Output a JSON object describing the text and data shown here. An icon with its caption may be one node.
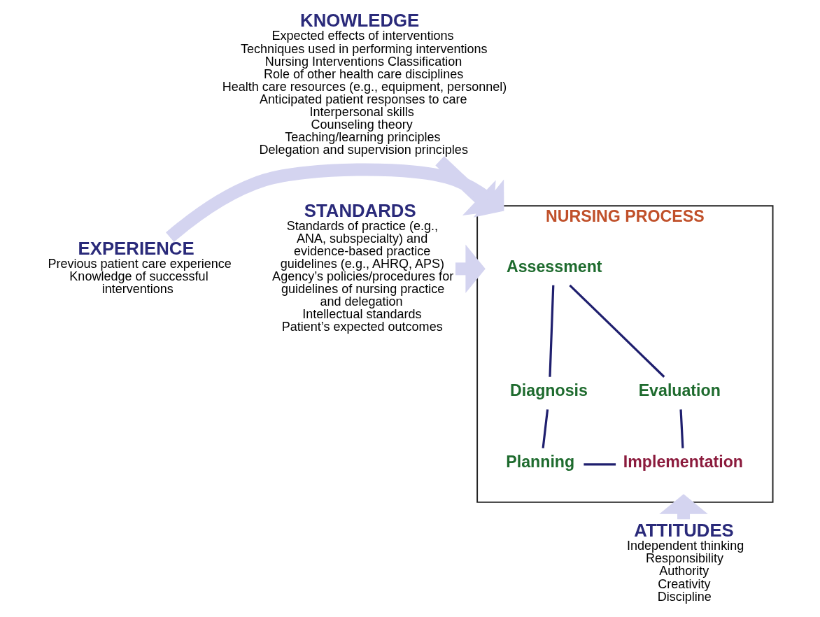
{
  "diagram": {
    "nodes": [
      {
        "text": [
          "KNOWLEDGE",
          "Expected effects of interventions",
          "Techniques used in performing interventions",
          "Nursing Interventions Classification",
          "Role of other health care disciplines",
          "Health care resources (e.g., equipment, personnel)",
          "Anticipated patient responses to care",
          "Interpersonal skills",
          "Counseling theory",
          "Teaching/learning principles",
          "Delegation and supervision principles"
        ]
      },
      {
        "text": [
          "EXPERIENCE",
          "Previous patient care experience",
          "Knowledge of successful interventions"
        ]
      },
      {
        "text": [
          "STANDARDS",
          "Standards of practice (e.g., ANA, subspecialty) and evidence-based practice guidelines (e.g., AHRQ, APS)",
          "Agency’s policies/procedures for guidelines of nursing practice and delegation",
          "Intellectual standards",
          "Patient’s expected outcomes"
        ]
      },
      {
        "text": [
          "ATTITUDES",
          "Independent thinking",
          "Responsibility",
          "Authority",
          "Creativity",
          "Discipline"
        ]
      },
      {
        "text": [
          "NURSING PROCESS"
        ]
      },
      {
        "text": [
          "Assessment"
        ],
        "in": 4
      },
      {
        "text": [
          "Diagnosis"
        ],
        "in": 4
      },
      {
        "text": [
          "Planning"
        ],
        "in": 4
      },
      {
        "text": [
          "Implementation"
        ],
        "in": 4
      },
      {
        "text": [
          "Evaluation"
        ],
        "in": 4
      }
    ],
    "edges": [
      {
        "from": 0,
        "to": 4,
        "arrow": "to",
        "style": "thick",
        "color": "#d4d4f0"
      },
      {
        "from": 1,
        "to": 4,
        "arrow": "to",
        "style": "thick",
        "color": "#d4d4f0"
      },
      {
        "from": 2,
        "to": 4,
        "arrow": "to",
        "style": "thick",
        "color": "#d4d4f0"
      },
      {
        "from": 3,
        "to": 4,
        "arrow": "to",
        "style": "thick",
        "color": "#d4d4f0"
      },
      {
        "from": 5,
        "to": 6,
        "arrow": "none"
      },
      {
        "from": 6,
        "to": 7,
        "arrow": "none"
      },
      {
        "from": 7,
        "to": 8,
        "arrow": "none"
      },
      {
        "from": 8,
        "to": 9,
        "arrow": "none"
      },
      {
        "from": 9,
        "to": 5,
        "arrow": "none"
      }
    ]
  }
}
